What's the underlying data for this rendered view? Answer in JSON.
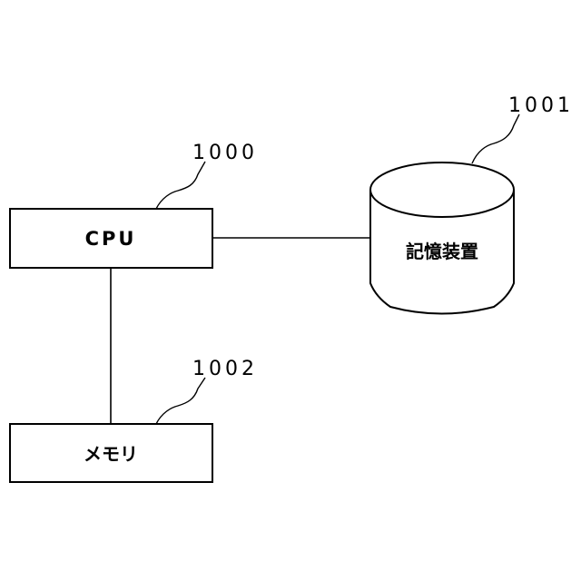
{
  "nodes": {
    "cpu": {
      "label": "CPU",
      "ref": "1000"
    },
    "storage": {
      "label": "記憶装置",
      "ref": "1001"
    },
    "memory": {
      "label": "メモリ",
      "ref": "1002"
    }
  },
  "edges": [
    {
      "from": "cpu",
      "to": "storage"
    },
    {
      "from": "cpu",
      "to": "memory"
    }
  ]
}
